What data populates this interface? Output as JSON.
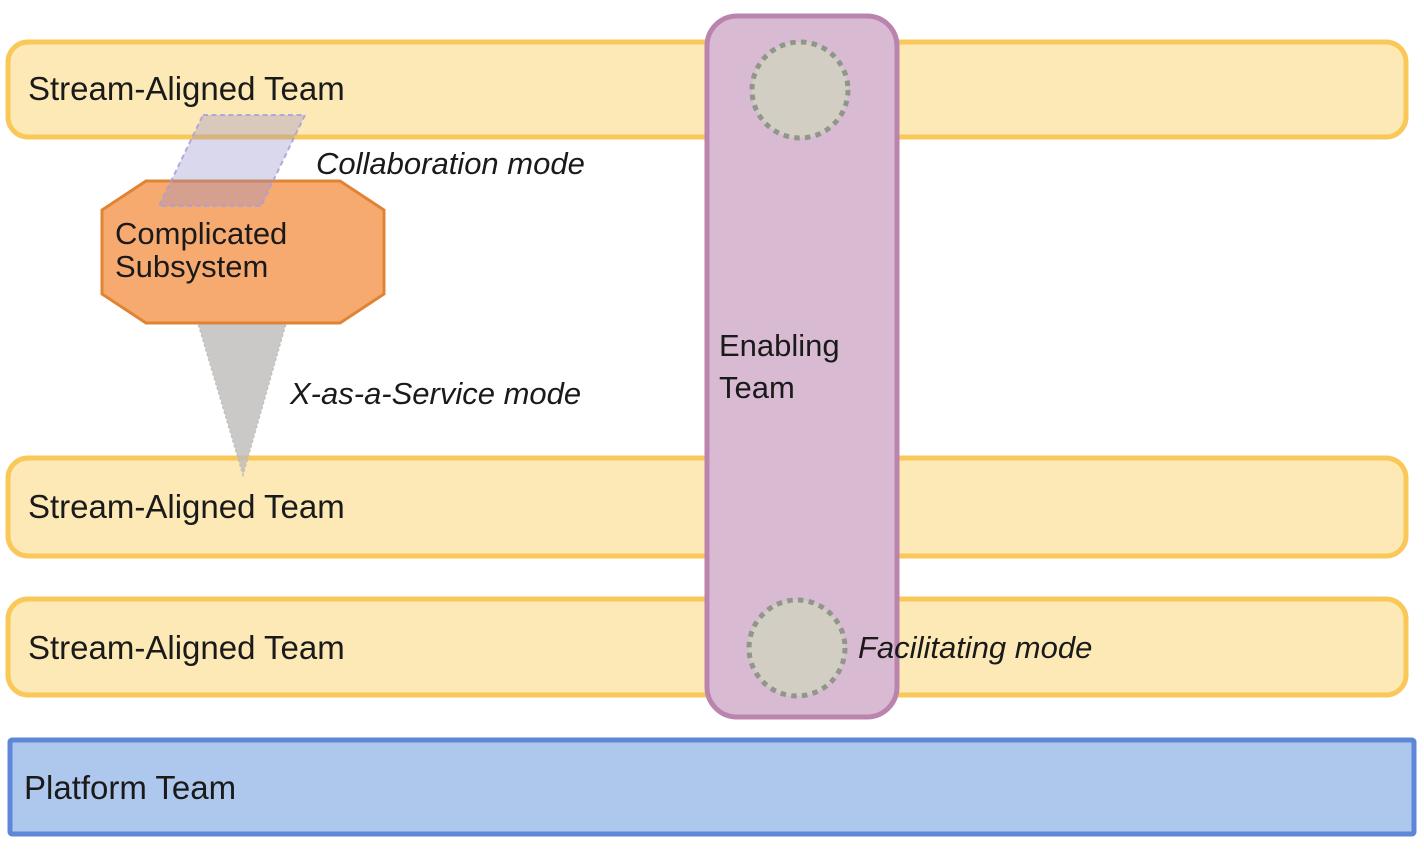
{
  "stream_teams": [
    {
      "label": "Stream-Aligned Team"
    },
    {
      "label": "Stream-Aligned Team"
    },
    {
      "label": "Stream-Aligned Team"
    }
  ],
  "platform_team": {
    "label": "Platform Team"
  },
  "enabling_team": {
    "label_line1": "Enabling",
    "label_line2": "Team"
  },
  "complicated_subsystem": {
    "label_line1": "Complicated",
    "label_line2": "Subsystem"
  },
  "interaction_modes": {
    "collaboration": {
      "label": "Collaboration mode",
      "color": "#8a7ad6"
    },
    "x_as_a_service": {
      "label": "X-as-a-Service mode",
      "color": "#979797"
    },
    "facilitating": {
      "label": "Facilitating mode",
      "color": "#6f9457"
    }
  },
  "colors": {
    "stream_fill": "#fce9b5",
    "stream_border": "#f9c859",
    "platform_fill": "#aec7ec",
    "platform_border": "#5e87d8",
    "enabling_fill": "#d9bad3",
    "enabling_border": "#ba84af",
    "subsystem_fill": "#f7aa70",
    "subsystem_border": "#e08434",
    "touchpoint_fill": "#d2cec4",
    "touchpoint_border": "#8f9788",
    "collab_overlay_fill": "#968fc8",
    "collab_overlay_border": "#a79fdb",
    "xaas_arrow_fill": "#bebcb9",
    "xaas_arrow_border": "#c1bfbc",
    "label_text": "#1a1a1a"
  }
}
